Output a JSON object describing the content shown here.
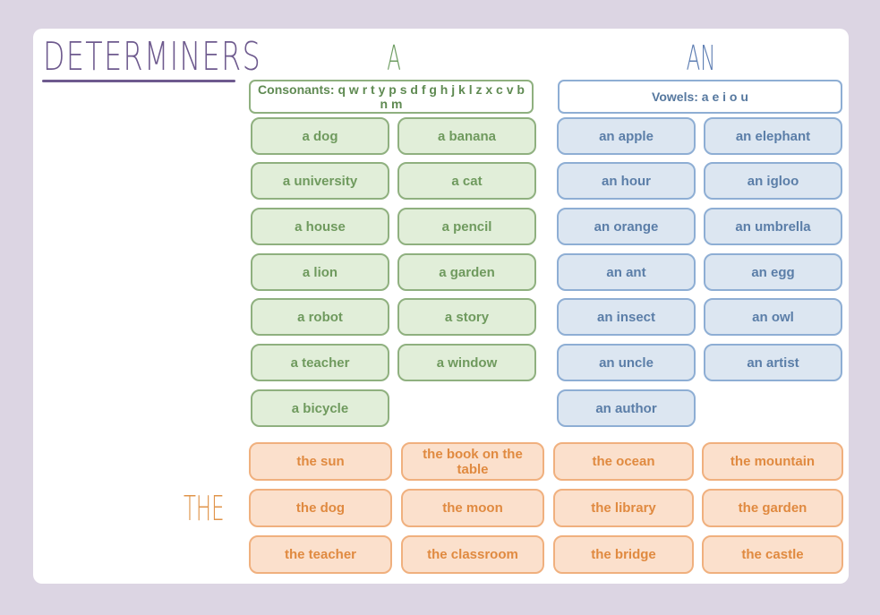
{
  "title": "DETERMINERS",
  "headers": {
    "a": "A",
    "an": "AN",
    "the": "THE"
  },
  "consonants_label": "Consonants: q w r t y p s d f g h j k l z x c v b n m",
  "vowels_label": "Vowels: a e i o u",
  "a_words": [
    "a dog",
    "a banana",
    "a university",
    "a cat",
    "a house",
    "a pencil",
    "a lion",
    "a garden",
    "a robot",
    "a story",
    "a teacher",
    "a window",
    "a bicycle"
  ],
  "an_words": [
    "an apple",
    "an elephant",
    "an hour",
    "an igloo",
    "an orange",
    "an umbrella",
    "an ant",
    "an egg",
    "an insect",
    "an owl",
    "an uncle",
    "an artist",
    "an author"
  ],
  "the_words": [
    "the sun",
    "the book on the table",
    "the ocean",
    "the mountain",
    "the dog",
    "the moon",
    "the library",
    "the garden",
    "the teacher",
    "the classroom",
    "the bridge",
    "the castle"
  ],
  "colors": {
    "background": "#dcd5e3",
    "a_fill": "#e1eed9",
    "an_fill": "#dce6f1",
    "the_fill": "#fbe0cc",
    "title": "#6e5a8e"
  }
}
